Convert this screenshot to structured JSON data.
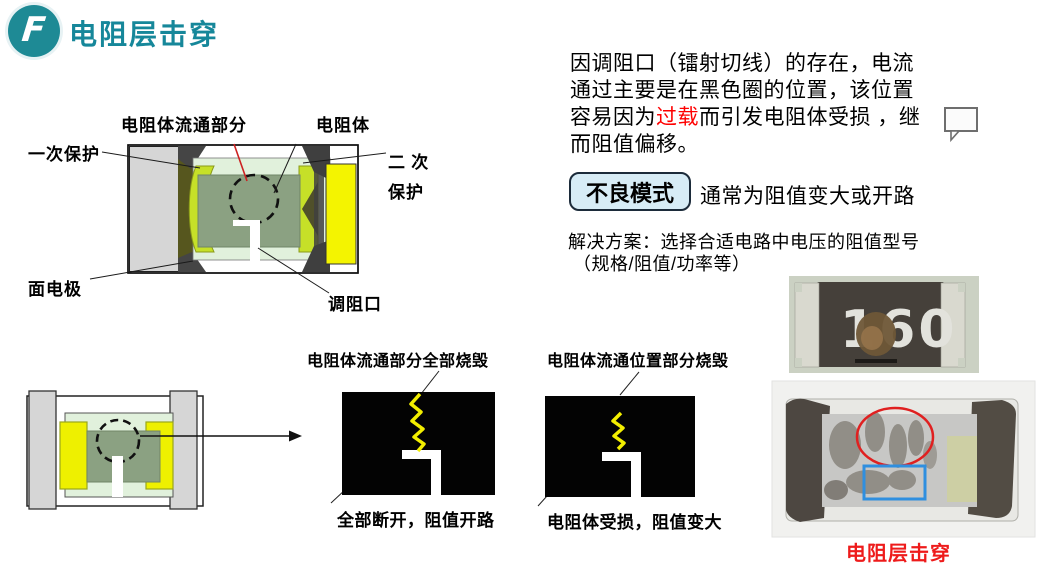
{
  "header": {
    "title": "电阻层击穿",
    "logo_letter": "F"
  },
  "colors": {
    "accent_teal": "#16879a",
    "highlight_red": "#fe0000",
    "badge_bg": "#d7ecf6",
    "badge_border": "#1c2b3a",
    "diagram_yellow": "#f4f400",
    "zigzag_yellow": "#f2ee00",
    "annotation_red": "#e02020",
    "annotation_blue": "#2f8fdf",
    "caption_red": "#ee1b1b"
  },
  "structure_diagram": {
    "labels": {
      "flow_part": "电阻体流通部分",
      "resistor_body": "电阻体",
      "primary_protection": "一次保护",
      "secondary_protection_line1": "二 次",
      "secondary_protection_line2": "保护",
      "face_electrode": "面电极",
      "trim_notch": "调阻口"
    }
  },
  "description": {
    "line1": "因调阻口（镭射切线）的存在，电流",
    "line2": "通过主要是在黑色圈的位置，该位置",
    "line3_pre": "容易因为",
    "line3_highlight": "过载",
    "line3_post": "而引发电阻体受损 ，继",
    "line4": "而阻值偏移。"
  },
  "failure_mode": {
    "badge": "不良模式",
    "text": "通常为阻值变大或开路"
  },
  "solution": {
    "line1": "解决方案：选择合适电路中电压的阻值型号",
    "line2": "（规格/阻值/功率等）"
  },
  "figures": [
    {
      "title": "电阻体流通部分全部烧毁",
      "caption": "全部断开，阻值开路"
    },
    {
      "title": "电阻体流通位置部分烧毁",
      "caption": "电阻体受损，阻值变大"
    }
  ],
  "photos": {
    "top_marking": "160",
    "caption": "电阻层击穿"
  }
}
